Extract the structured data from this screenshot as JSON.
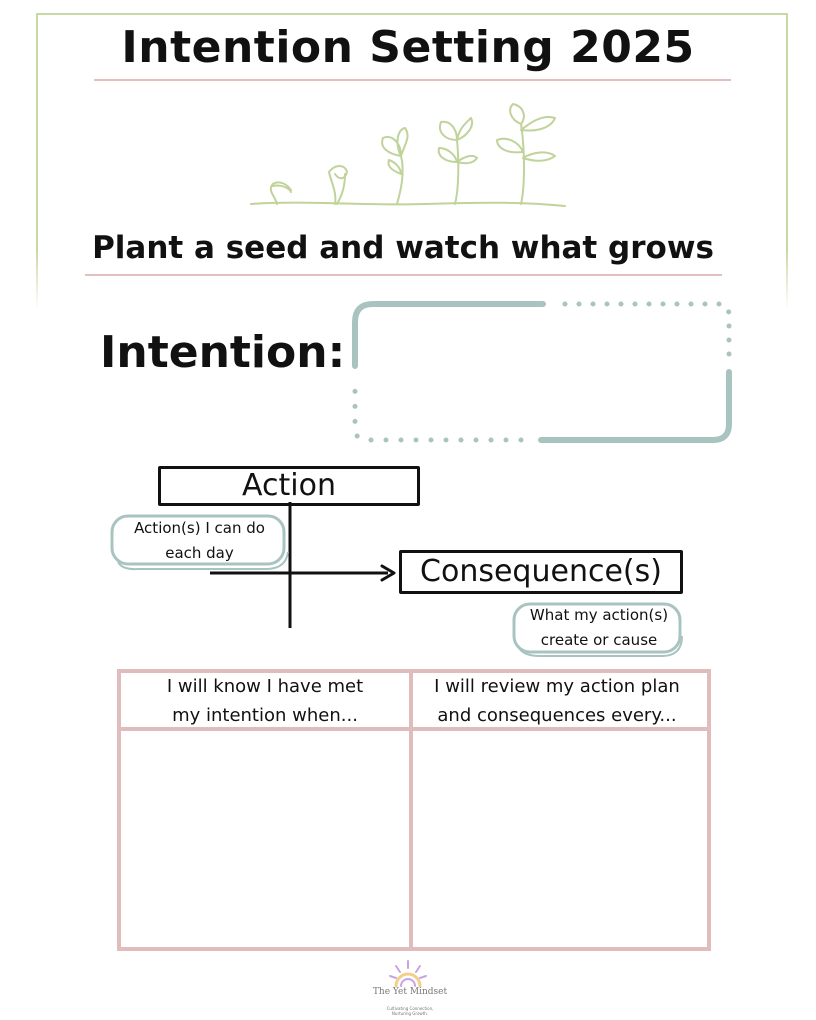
{
  "page": {
    "title": "Intention Setting 2025",
    "subtitle": "Plant a seed and watch what grows",
    "intention_label": "Intention:",
    "intention_value": ""
  },
  "diagram": {
    "action_label": "Action",
    "action_note_line1": "Action(s) I can do",
    "action_note_line2": "each day",
    "consequence_label": "Consequence(s)",
    "consequence_note_line1": "What my action(s)",
    "consequence_note_line2": "create or cause"
  },
  "table": {
    "col1_header_line1": "I will know I have met",
    "col1_header_line2": "my intention when...",
    "col2_header_line1": "I will review my action plan",
    "col2_header_line2": "and consequences every...",
    "col1_value": "",
    "col2_value": ""
  },
  "logo": {
    "name": "The Yet Mindset",
    "tagline_line1": "Cultivating Connection,",
    "tagline_line2": "Nurturing Growth."
  },
  "colors": {
    "frame_green": "#c9d9a4",
    "rule_pink": "#e3bfbf",
    "teal": "#a9c4c0",
    "table_pink": "#e0bcbc",
    "sprout_green": "#bfd39a",
    "logo_purple": "#c9a3e6",
    "logo_sun": "#f2cf8a"
  },
  "icons": [
    "sprout-growth-illustration",
    "arrow-right-icon",
    "sun-logo-icon"
  ]
}
